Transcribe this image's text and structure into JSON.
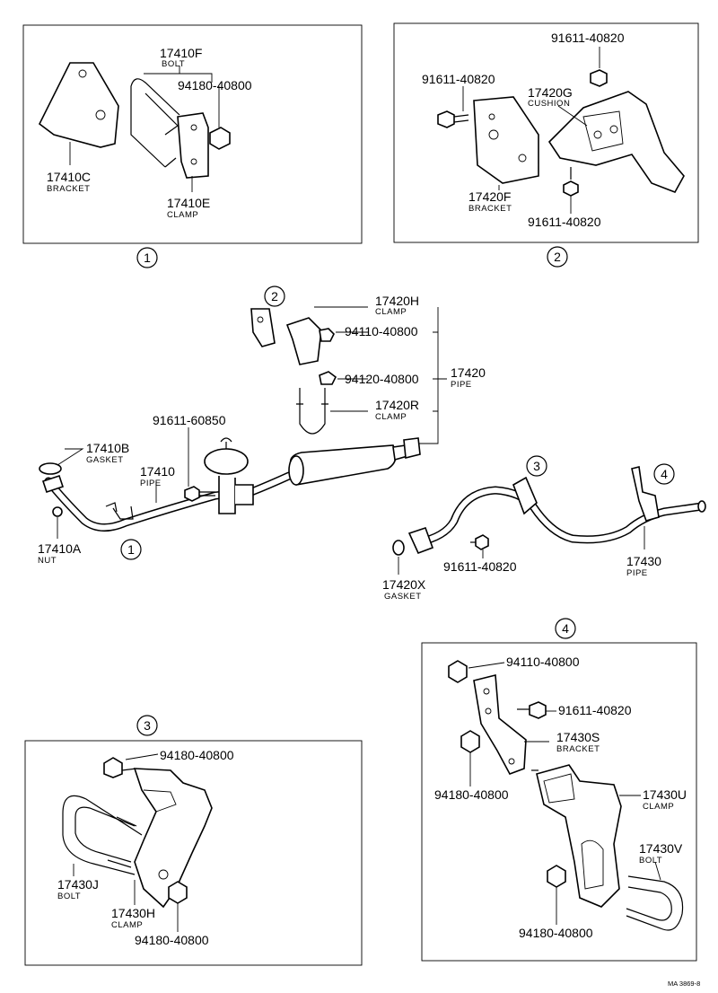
{
  "panel1": {
    "circle": "1",
    "bolt_num": "17410F",
    "bolt_name": "BOLT",
    "nut_num": "94180-40800",
    "bracket_num": "17410C",
    "bracket_name": "BRACKET",
    "clamp_num": "17410E",
    "clamp_name": "CLAMP"
  },
  "panel2": {
    "circle": "2",
    "bolt_top": "91611-40820",
    "bolt_left": "91611-40820",
    "cushion_num": "17420G",
    "cushion_name": "CUSHION",
    "bracket_num": "17420F",
    "bracket_name": "BRACKET",
    "bolt_bottom": "91611-40820"
  },
  "main": {
    "ref2": "2",
    "clamp_num": "17420H",
    "clamp_name": "CLAMP",
    "nut1": "94110-40800",
    "nut2": "94120-40800",
    "pipe_asm_num": "17420",
    "pipe_asm_name": "PIPE",
    "clampR_num": "17420R",
    "clampR_name": "CLAMP",
    "bolt_front": "91611-60850",
    "gasket_num": "17410B",
    "gasket_name": "GASKET",
    "pipe_num": "17410",
    "pipe_name": "PIPE",
    "nut_num": "17410A",
    "nut_name": "NUT",
    "ref1": "1",
    "ref3": "3",
    "ref4": "4",
    "bolt_rear": "91611-40820",
    "gasketX_num": "17420X",
    "gasketX_name": "GASKET",
    "tail_num": "17430",
    "tail_name": "PIPE"
  },
  "panel3": {
    "circle": "3",
    "nut_top": "94180-40800",
    "bolt_num": "17430J",
    "bolt_name": "BOLT",
    "clamp_num": "17430H",
    "clamp_name": "CLAMP",
    "nut_bottom": "94180-40800"
  },
  "panel4": {
    "circle": "4",
    "nut_top": "94110-40800",
    "bolt_side": "91611-40820",
    "bracket_num": "17430S",
    "bracket_name": "BRACKET",
    "nut_left": "94180-40800",
    "clamp_num": "17430U",
    "clamp_name": "CLAMP",
    "bolt_num": "17430V",
    "bolt_name": "BOLT",
    "nut_bottom": "94180-40800"
  },
  "code": "MA 3869-8"
}
